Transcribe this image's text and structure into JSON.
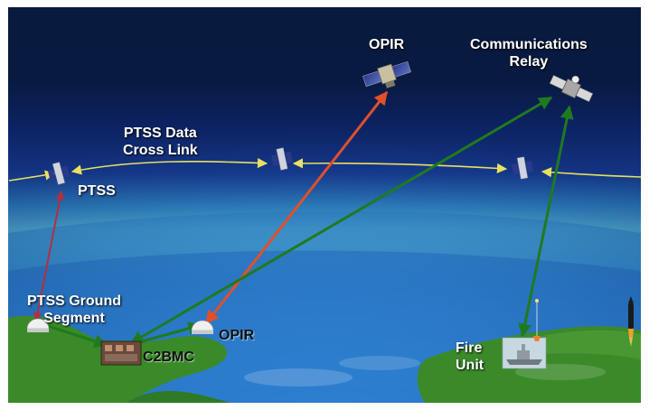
{
  "labels": {
    "opir_satellite": "OPIR",
    "comms_relay_line1": "Communications",
    "comms_relay_line2": "Relay",
    "ptss_crosslink_line1": "PTSS Data",
    "ptss_crosslink_line2": "Cross Link",
    "ptss": "PTSS",
    "ptss_ground_line1": "PTSS Ground",
    "ptss_ground_line2": "Segment",
    "opir_ground": "OPIR",
    "c2bmc": "C2BMC",
    "fire_unit_line1": "Fire",
    "fire_unit_line2": "Unit"
  },
  "colors": {
    "space": "#000000",
    "upper_atmosphere": "#0e1a66",
    "glow": "#3fd0e8",
    "ocean": "#2e7fd8",
    "land": "#3a8a2a",
    "crosslink": "#e8e060",
    "ground_link": "#1f7a1f",
    "opir_link": "#e0502a",
    "ptss_down_link": "#b03040"
  }
}
